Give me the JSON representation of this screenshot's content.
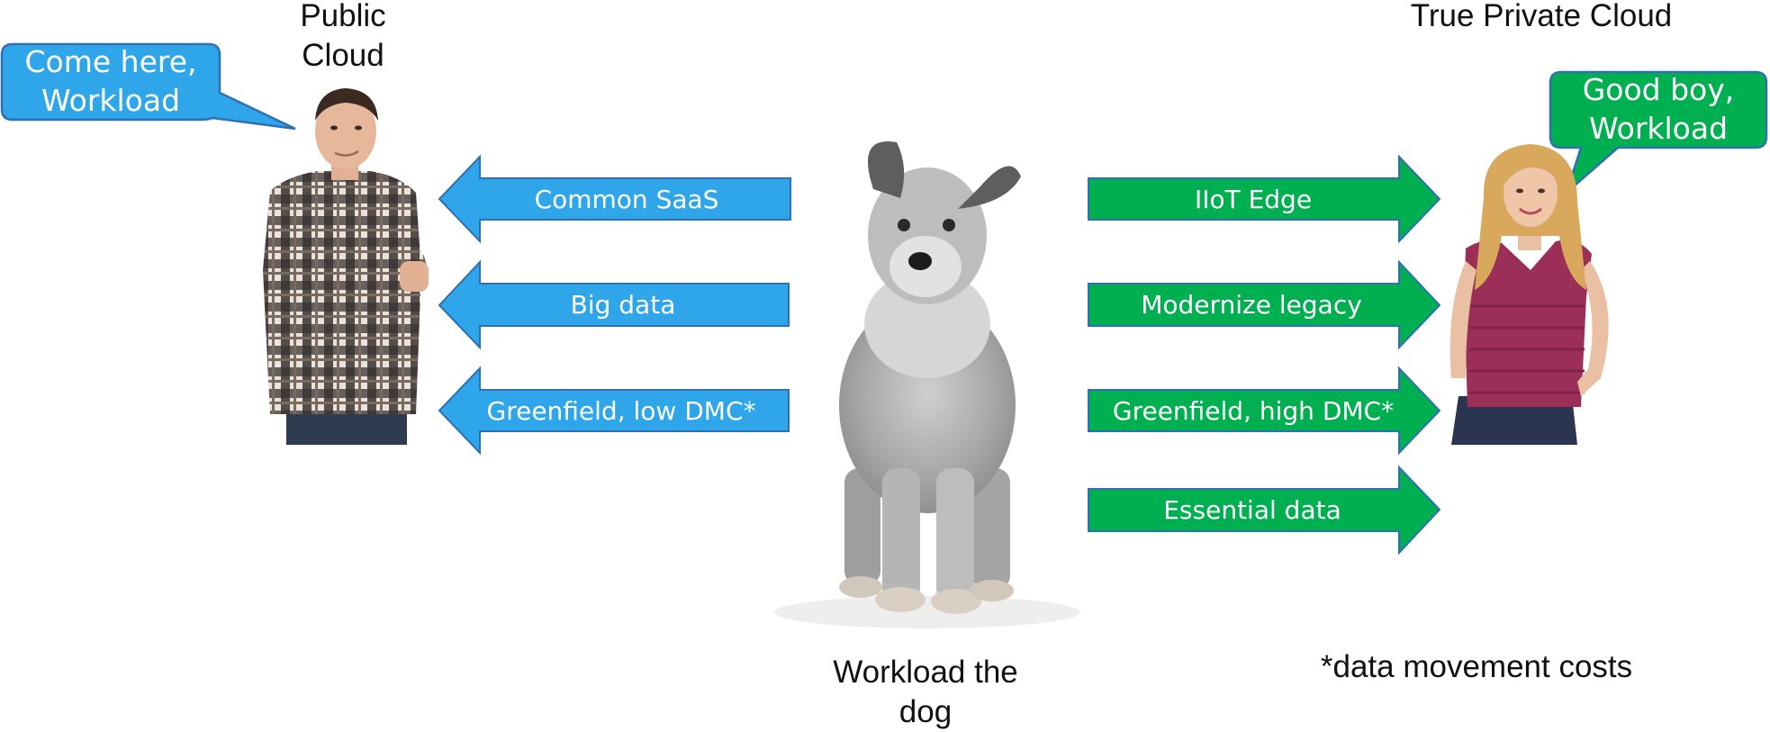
{
  "public_cloud": {
    "title_lines": [
      "Public",
      "Cloud"
    ],
    "bubble_lines": [
      "Come here,",
      "Workload"
    ],
    "arrows": [
      "Common SaaS",
      "Big data",
      "Greenfield,  low DMC*"
    ]
  },
  "private_cloud": {
    "title": "True Private Cloud",
    "bubble_lines": [
      "Good boy,",
      "Workload"
    ],
    "arrows": [
      "IIoT Edge",
      "Modernize legacy",
      "Greenfield,  high DMC*",
      "Essential data"
    ]
  },
  "dog": {
    "caption_lines": [
      "Workload the",
      "dog"
    ]
  },
  "footnote": "*data movement costs",
  "colors": {
    "public": "#2ea6e9",
    "private": "#00b050",
    "outline": "#2f6fb4"
  }
}
